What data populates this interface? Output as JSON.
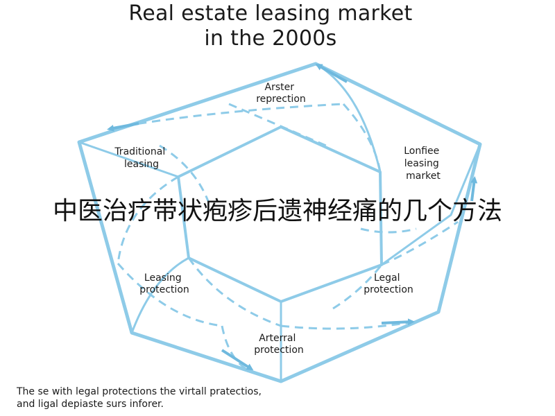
{
  "title": {
    "line1": "Real estate leasing market",
    "line2": "in the 2000s"
  },
  "nodes": {
    "top": [
      "Arster",
      "reprection"
    ],
    "upper_left": [
      "Traditional",
      "leasing"
    ],
    "upper_right": [
      "Lonfiee",
      "leasing",
      "market"
    ],
    "lower_left": [
      "Leasing",
      "protection"
    ],
    "lower_right": [
      "Legal",
      "protection"
    ],
    "bottom": [
      "Arterral",
      "protection"
    ]
  },
  "banner": "中医治疗带状疱疹后遗神经痛的几个方法",
  "caption": {
    "line1": "The se with legal protections the virtall pratectios,",
    "line2": "and ligal depiaste surs inforer."
  },
  "colors": {
    "diagram_blue": "#8ecbe8",
    "diagram_blue_dark": "#6fb9de",
    "text": "#1a1a1a"
  }
}
